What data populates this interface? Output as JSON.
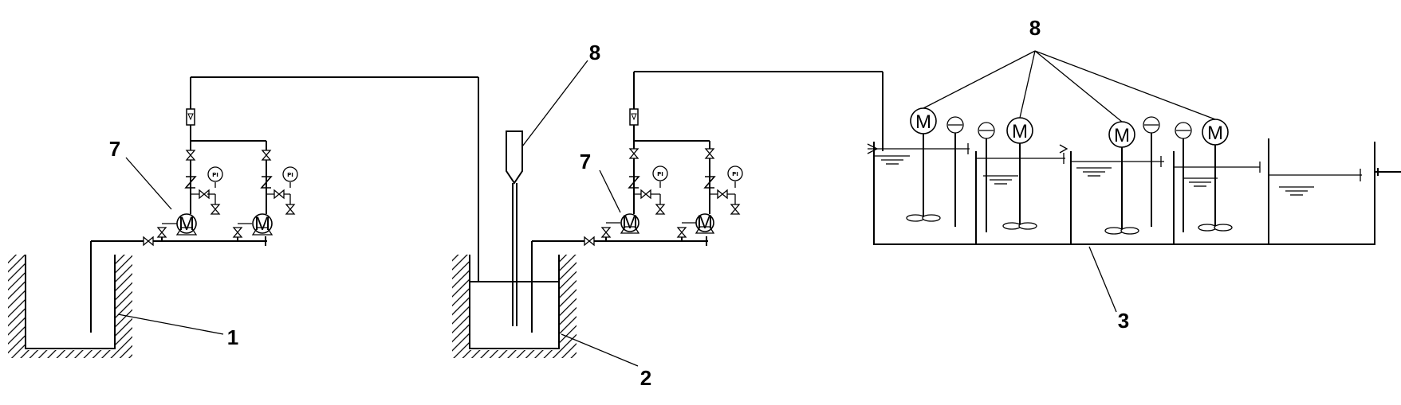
{
  "diagram": {
    "labels": {
      "tank1": "1",
      "tank2": "2",
      "reactor": "3",
      "pump_left": "7",
      "pump_mid": "7",
      "dosing_top": "8",
      "mixers_top": "8"
    },
    "motor_symbol": "M",
    "pressure_indicator": "PI",
    "colors": {
      "line": "#000000",
      "background": "#ffffff"
    }
  }
}
